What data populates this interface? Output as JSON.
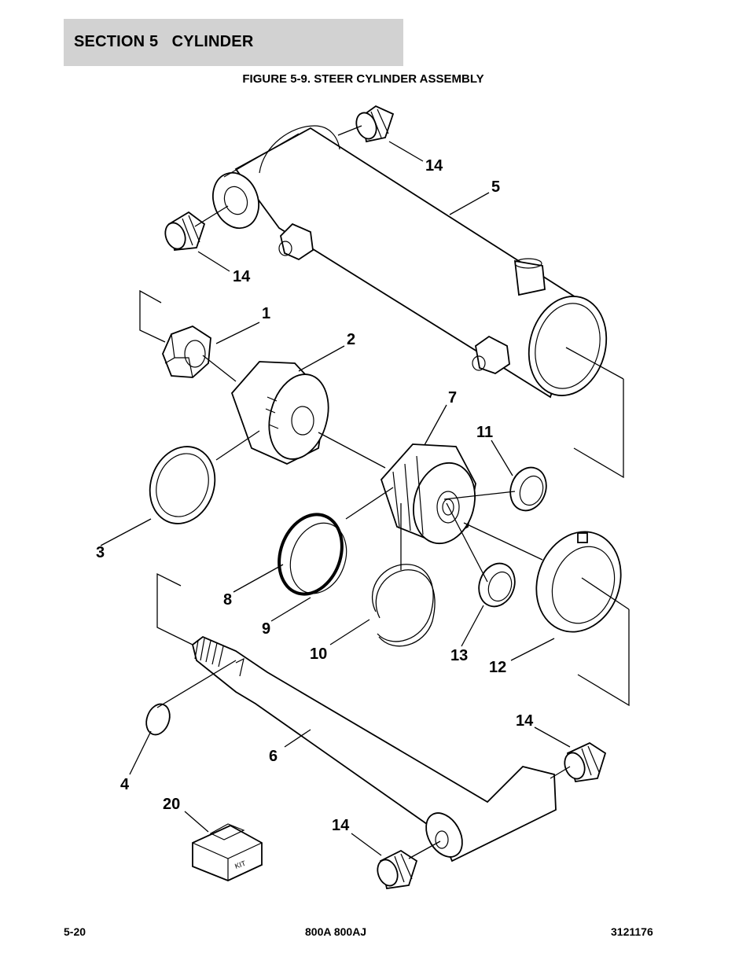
{
  "header": {
    "section_title": "SECTION 5   CYLINDER",
    "figure_title": "FIGURE 5-9. STEER CYLINDER ASSEMBLY"
  },
  "callouts": {
    "c1": "1",
    "c2": "2",
    "c3": "3",
    "c4": "4",
    "c5": "5",
    "c6": "6",
    "c7": "7",
    "c8": "8",
    "c9": "9",
    "c10": "10",
    "c11": "11",
    "c12": "12",
    "c13": "13",
    "c14a": "14",
    "c14b": "14",
    "c14c": "14",
    "c14d": "14",
    "c20": "20"
  },
  "kit_label": "KIT",
  "footer": {
    "page_number": "5-20",
    "model": "800A 800AJ",
    "doc_number": "3121176"
  }
}
